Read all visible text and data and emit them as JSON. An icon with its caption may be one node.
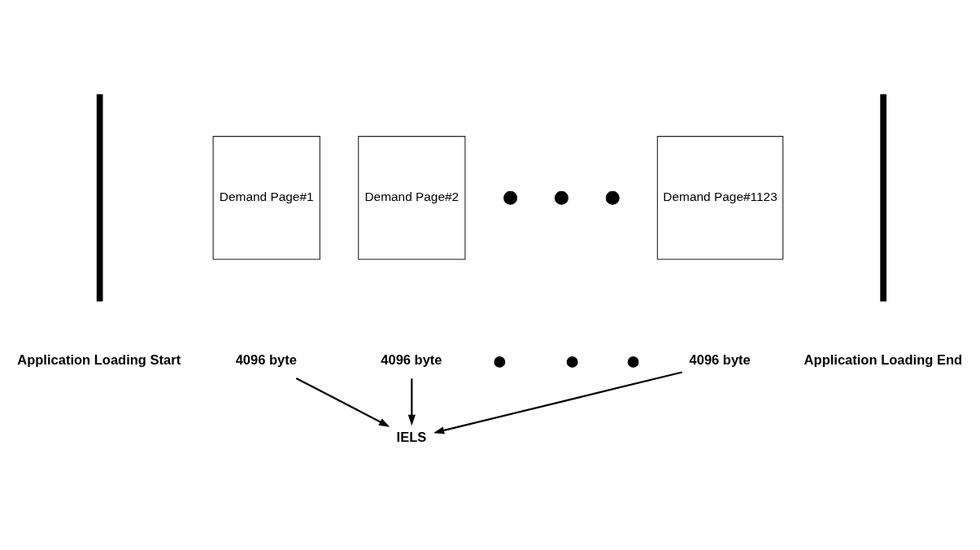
{
  "diagram": {
    "nodes": [
      {
        "text": [
          "Demand Page#1"
        ]
      },
      {
        "text": [
          "Demand Page#2"
        ]
      },
      {
        "text": [
          "Demand Page#1123"
        ]
      },
      {
        "text": [
          "4096 byte"
        ]
      },
      {
        "text": [
          "4096 byte"
        ]
      },
      {
        "text": [
          "4096 byte"
        ]
      },
      {
        "text": [
          "IELS"
        ]
      }
    ],
    "edges": [
      {
        "from": 3,
        "to": 6,
        "arrow": "to"
      },
      {
        "from": 4,
        "to": 6,
        "arrow": "to"
      },
      {
        "from": 5,
        "to": 6,
        "arrow": "to"
      }
    ],
    "labels": [
      "Application Loading Start",
      "Application Loading End"
    ]
  }
}
